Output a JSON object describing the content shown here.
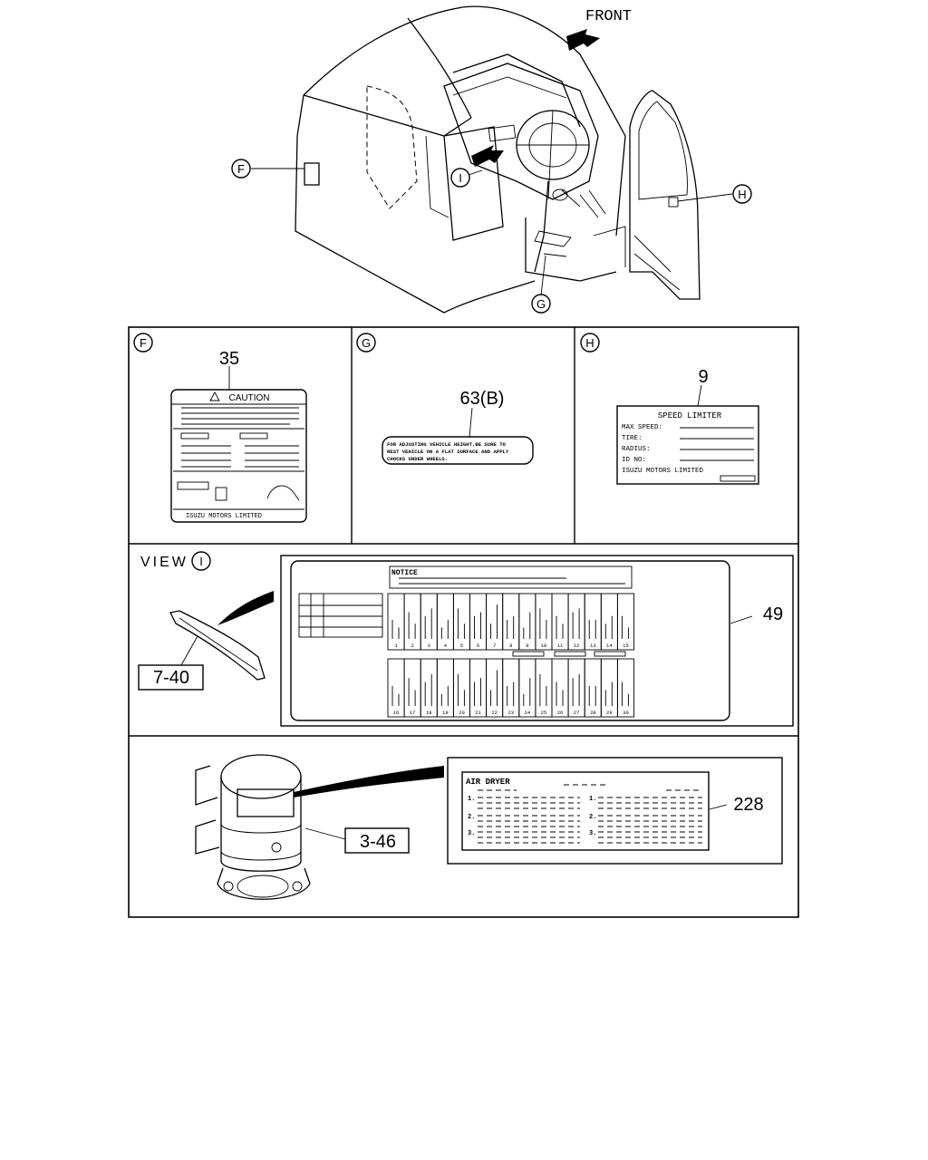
{
  "front_label": "FRONT",
  "callouts": {
    "F": "F",
    "G": "G",
    "H": "H",
    "I": "I"
  },
  "panels": {
    "F": {
      "part_no": "35",
      "label_title": "CAUTION",
      "footer": "ISUZU MOTORS LIMITED"
    },
    "G": {
      "part_no": "63(B)",
      "label_lines": [
        "FOR ADJUSTING VEHICLE HEIGHT,BE SURE TO",
        "REST VEHICLE ON A FLAT SURFACE AND APPLY",
        "CHOCKS UNDER WHEELS."
      ]
    },
    "H": {
      "part_no": "9",
      "label_title": "SPEED LIMITER",
      "fields": [
        "MAX SPEED:",
        "TIRE:",
        "RADIUS:",
        "ID NO:"
      ],
      "footer": "ISUZU MOTORS LIMITED"
    },
    "view": {
      "prefix": "VIEW",
      "letter": "I",
      "part_ref": "7-40",
      "part_no": "49",
      "notice": "NOTICE",
      "numbers_top": [
        "1",
        "2",
        "3",
        "4",
        "5",
        "6",
        "7",
        "8",
        "9",
        "10",
        "11",
        "12",
        "13",
        "14",
        "15"
      ],
      "numbers_bottom": [
        "16",
        "17",
        "18",
        "19",
        "20",
        "21",
        "22",
        "23",
        "24",
        "25",
        "26",
        "27",
        "28",
        "29",
        "30"
      ]
    },
    "dryer": {
      "part_ref": "3-46",
      "part_no": "228",
      "label_title": "AIR DRYER",
      "items_left": [
        "1.",
        "2.",
        "3."
      ],
      "items_right": [
        "1.",
        "2.",
        "3."
      ]
    }
  }
}
